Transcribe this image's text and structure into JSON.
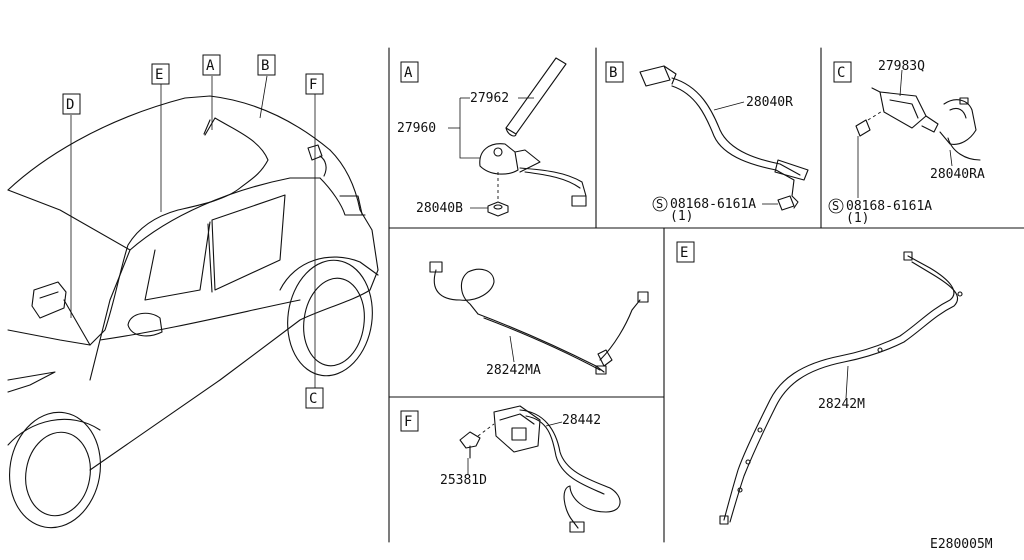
{
  "diagram_code": "E280005M",
  "callouts": {
    "a": "A",
    "b": "B",
    "c": "C",
    "d": "D",
    "e": "E",
    "f": "F"
  },
  "panels": {
    "a": {
      "letter": "A",
      "parts": [
        "27962",
        "27960",
        "28040B"
      ]
    },
    "b": {
      "letter": "B",
      "parts": [
        "28040R",
        "08168-6161A",
        "(1)"
      ]
    },
    "c": {
      "letter": "C",
      "parts": [
        "27983Q",
        "28040RA",
        "08168-6161A",
        "(1)"
      ]
    },
    "mid": {
      "parts": [
        "28242MA"
      ]
    },
    "e": {
      "letter": "E",
      "parts": [
        "28242M"
      ]
    },
    "f": {
      "letter": "F",
      "parts": [
        "28442",
        "25381D"
      ]
    }
  },
  "symbols": {
    "screw_mark": "S"
  }
}
